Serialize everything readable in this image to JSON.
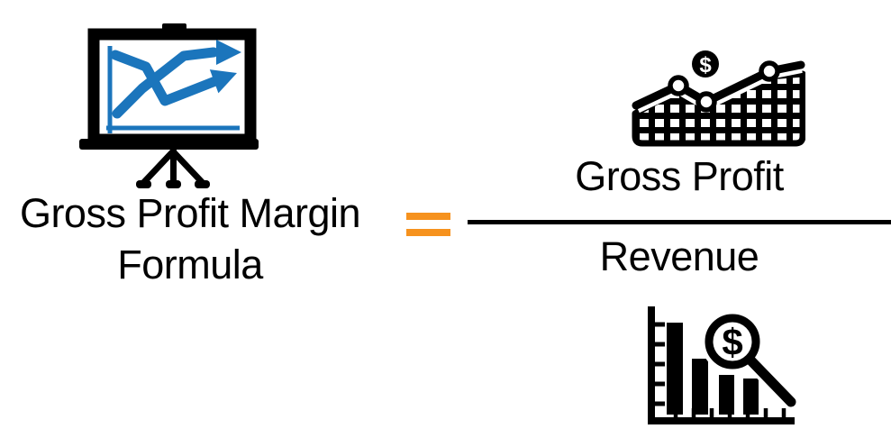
{
  "title": {
    "line1": "Gross Profit Margin",
    "line2": "Formula"
  },
  "fraction": {
    "numerator": "Gross Profit",
    "denominator": "Revenue"
  },
  "symbols": {
    "dollar": "$"
  },
  "icons": {
    "left": "presentation-line-chart-icon",
    "numerator": "profit-growth-grid-chart-icon",
    "denominator": "revenue-bar-chart-magnifier-icon"
  },
  "colors": {
    "ink": "#000000",
    "chart_blue": "#1B75BC",
    "accent_orange": "#F6921E",
    "bg": "#FFFFFF"
  }
}
